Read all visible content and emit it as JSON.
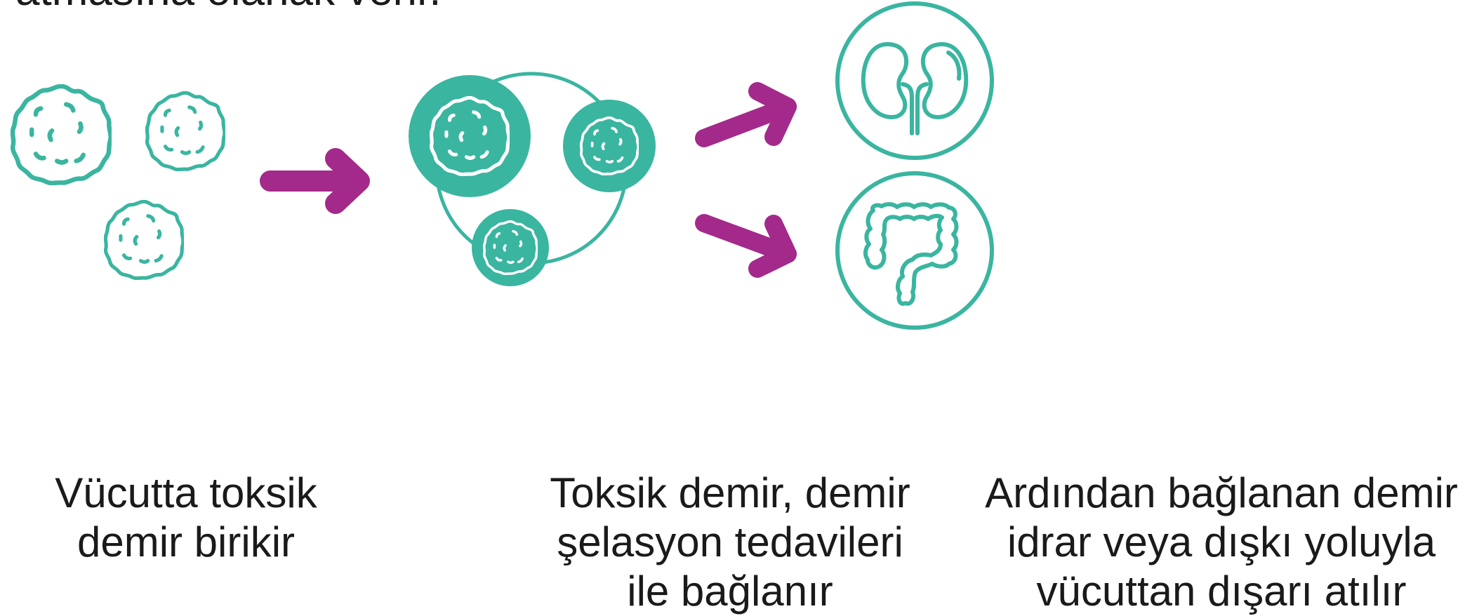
{
  "lead_text": "atmasına olanak verir.",
  "captions": [
    {
      "lines": [
        "Vücutta toksik",
        "demir birikir"
      ]
    },
    {
      "lines": [
        "Toksik demir, demir",
        "şelasyon tedavileri",
        "ile bağlanır"
      ]
    },
    {
      "lines": [
        "Ardından bağlanan demir",
        "idrar veya dışkı yoluyla",
        "vücuttan dışarı atılır"
      ]
    }
  ],
  "colors": {
    "teal": "#3AB5A0",
    "magenta": "#A32A8A",
    "text": "#1a1a1a"
  },
  "icons": [
    "iron-particle-icon",
    "arrow-right-icon",
    "chelator-complex-icon",
    "kidney-icon",
    "intestine-icon"
  ]
}
